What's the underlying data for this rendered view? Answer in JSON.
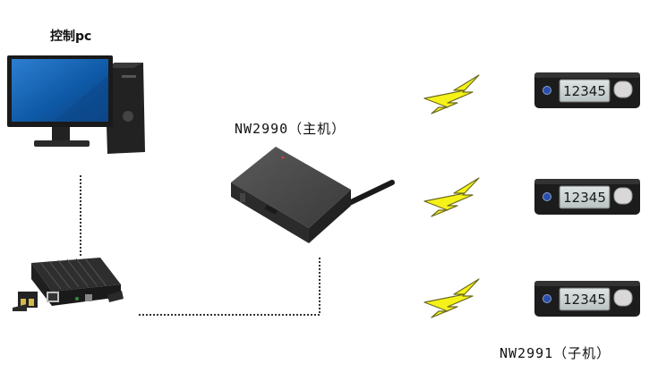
{
  "labels": {
    "pc": "控制pc",
    "host": "NW2990（主机）",
    "sub": "NW2991（子机）"
  },
  "devices": [
    {
      "display": "12345"
    },
    {
      "display": "12345"
    },
    {
      "display": "12345"
    }
  ],
  "icons": {
    "pc": "desktop-computer-icon",
    "gateway": "network-gateway-icon",
    "host": "wireless-host-box-icon",
    "wireless": "lightning-bolt-icon",
    "sub": "display-terminal-icon"
  },
  "colors": {
    "bolt_fill": "#f5f21a",
    "bolt_stroke": "#6b6b1e",
    "monitor_screen": "#1565b5",
    "device_body": "#1c1c1c",
    "lcd": "#cfd6d6"
  }
}
